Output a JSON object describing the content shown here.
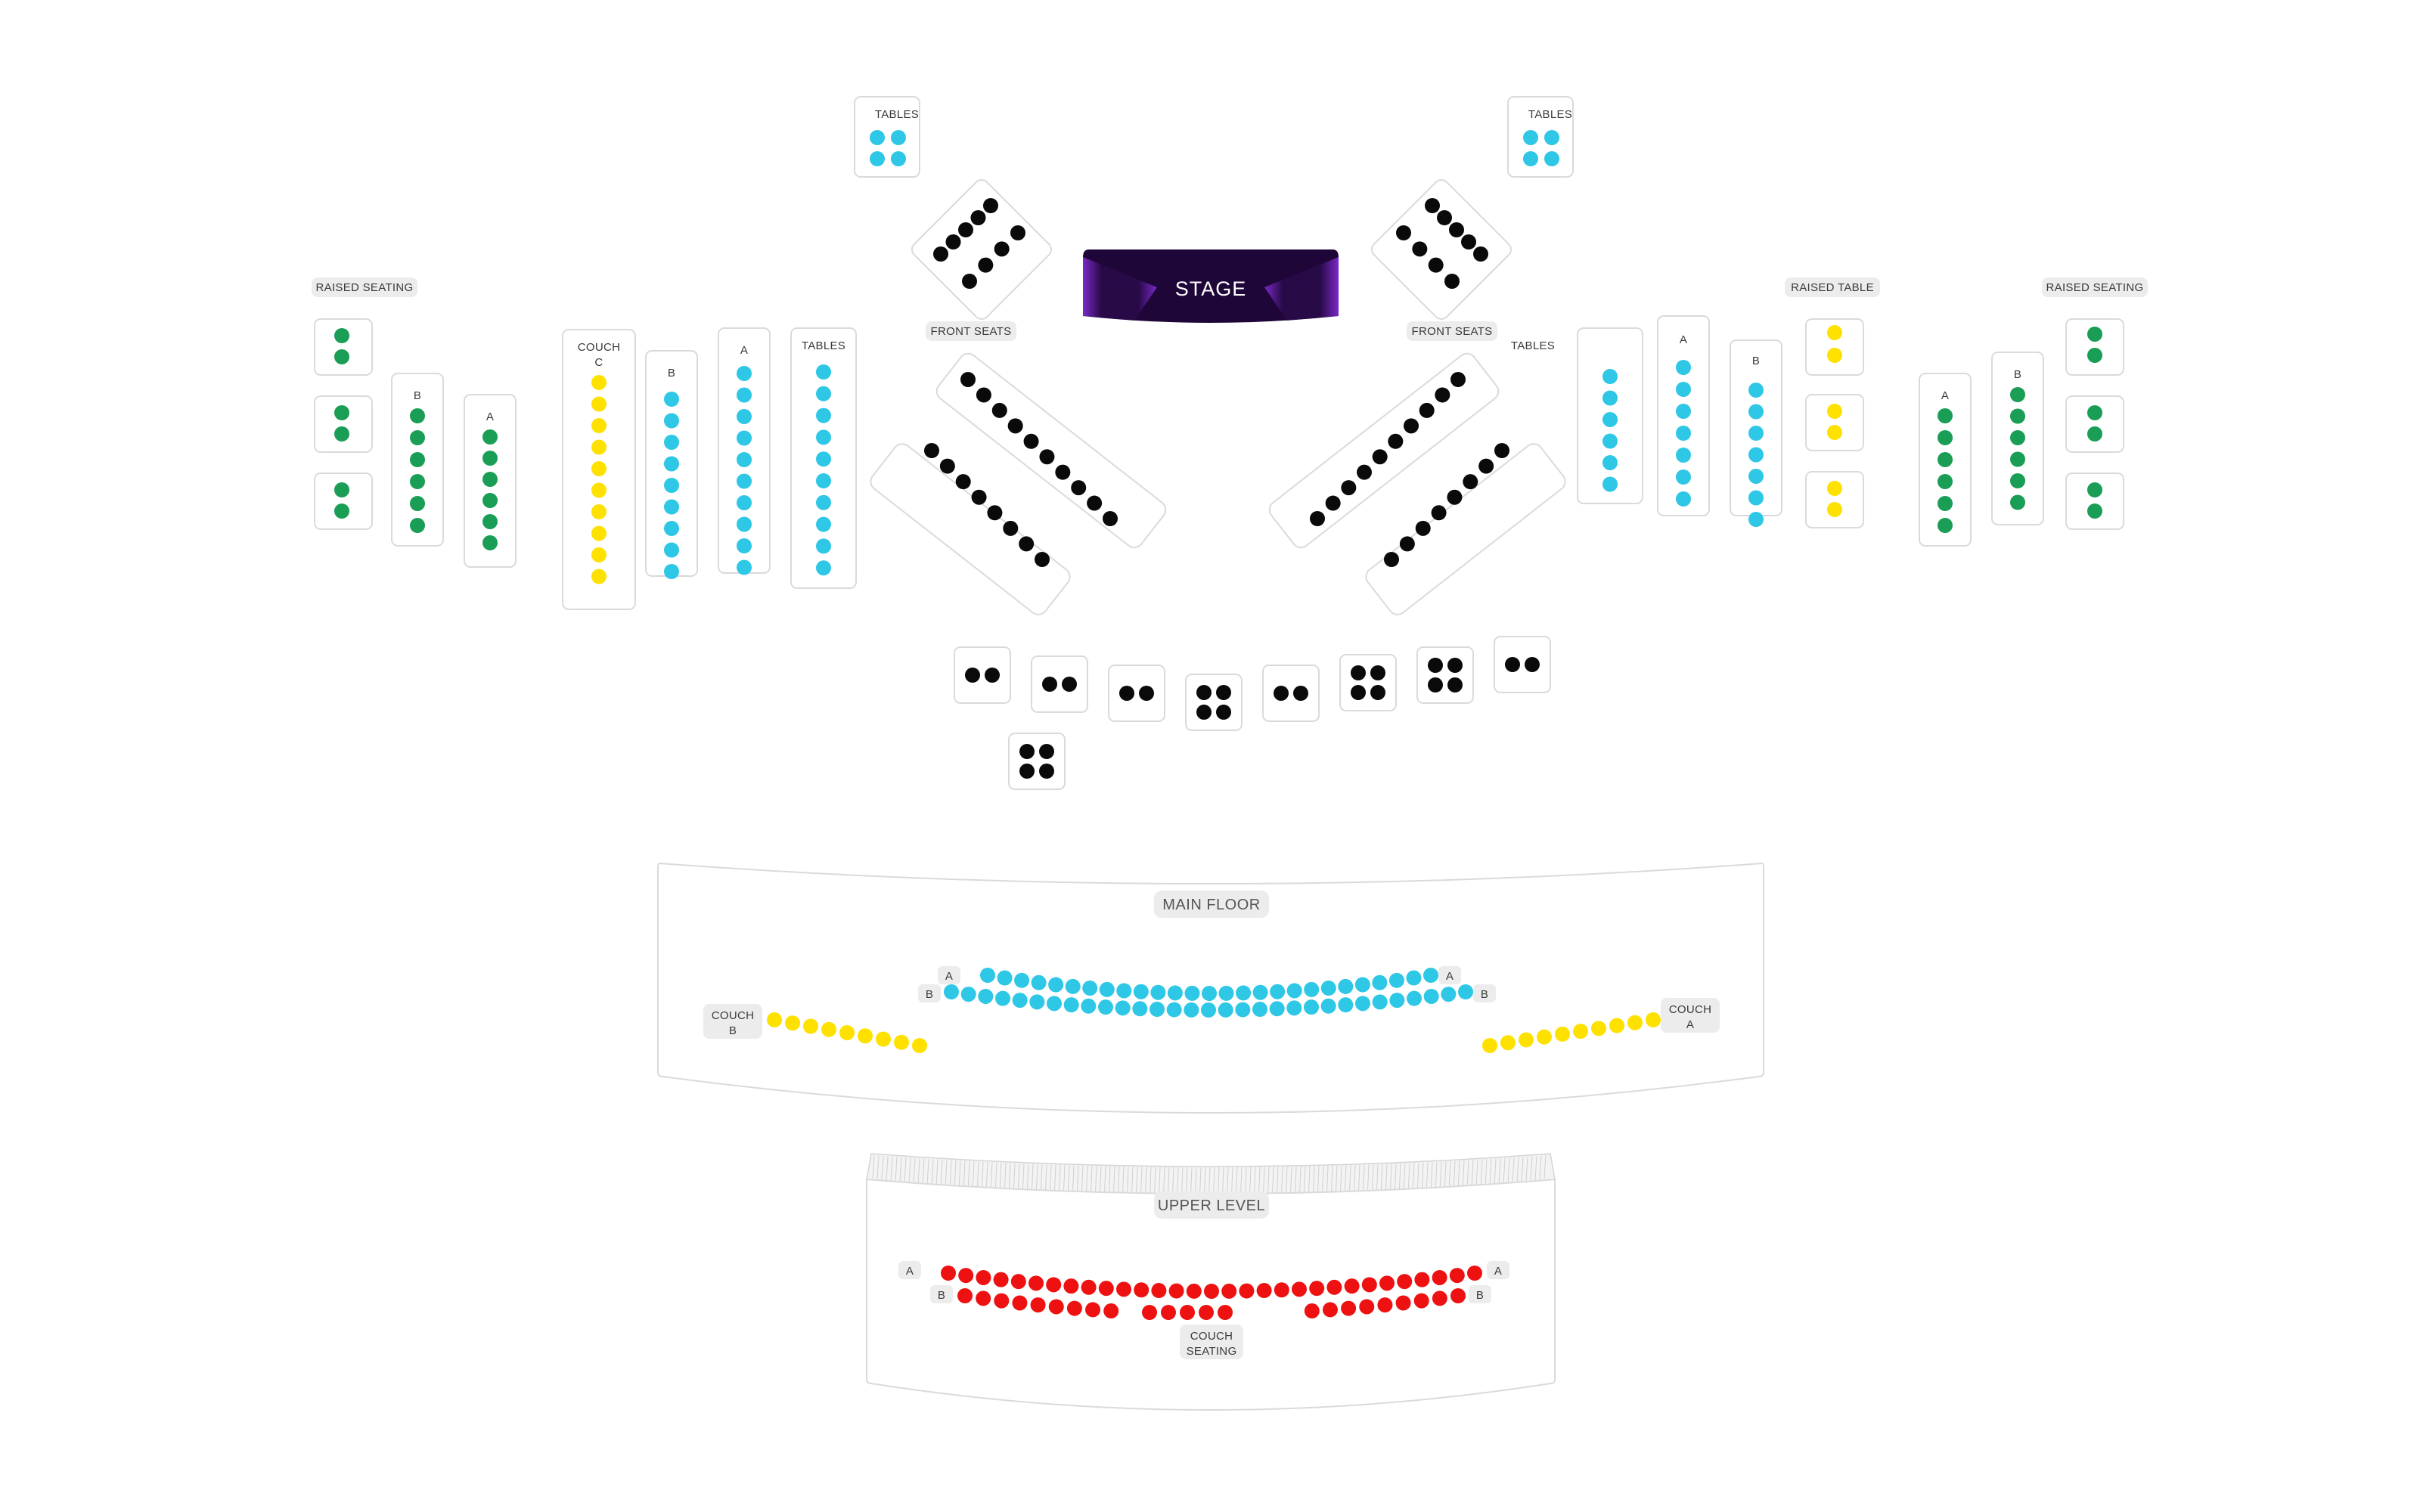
{
  "stage": {
    "label": "STAGE"
  },
  "labels": {
    "tables": "TABLES",
    "raised_seating": "RAISED SEATING",
    "raised_table": "RAISED TABLE",
    "front_seats": "FRONT SEATS",
    "couch_c_1": "COUCH",
    "couch_c_2": "C",
    "row_a": "A",
    "row_b": "B",
    "main_floor": "MAIN FLOOR",
    "upper_level": "UPPER LEVEL",
    "couch": "COUCH",
    "couch_b_letter": "B",
    "couch_a_letter": "A",
    "couch_seating_1": "COUCH",
    "couch_seating_2": "SEATING"
  },
  "colors": {
    "raised": "#1a9e55",
    "couch": "#ffe100",
    "blue": "#2ec7e6",
    "black": "#0a0a0a",
    "upper": "#ee1111",
    "stage_bg": "#1f0638",
    "stage_glow": "#7b2bd6"
  }
}
